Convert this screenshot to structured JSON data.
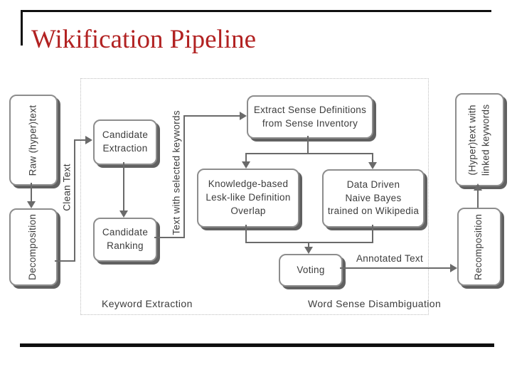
{
  "slide": {
    "title": "Wikification Pipeline",
    "title_color": "#b22222"
  },
  "diagram": {
    "regions": {
      "keyword_extraction": "Keyword Extraction",
      "word_sense_disambiguation": "Word Sense Disambiguation"
    },
    "nodes": {
      "raw_hypertext": {
        "lines": [
          "Raw (hyper)text"
        ]
      },
      "decomposition": {
        "lines": [
          "Decomposition"
        ]
      },
      "candidate_extraction": {
        "lines": [
          "Candidate",
          "Extraction"
        ]
      },
      "candidate_ranking": {
        "lines": [
          "Candidate",
          "Ranking"
        ]
      },
      "extract_sense_definitions": {
        "lines": [
          "Extract Sense Definitions",
          "from Sense Inventory"
        ]
      },
      "knowledge_based": {
        "lines": [
          "Knowledge-based",
          "Lesk-like Definition",
          "Overlap"
        ]
      },
      "data_driven": {
        "lines": [
          "Data Driven",
          "Naive Bayes",
          "trained on Wikipedia"
        ]
      },
      "voting": {
        "lines": [
          "Voting"
        ]
      },
      "recomposition": {
        "lines": [
          "Recomposition"
        ]
      },
      "hypertext_linked_keywords": {
        "lines": [
          "(Hyper)text with",
          "linked keywords"
        ]
      }
    },
    "edge_labels": {
      "clean_text": "Clean Text",
      "selected_keywords": "Text with selected keywords",
      "annotated_text": "Annotated Text"
    },
    "colors": {
      "node_border": "#8d8d8d",
      "node_shadow": "#616161",
      "connector": "#6a6a6a",
      "text": "#3c3c3c",
      "frame_dotted": "#bdbdbd",
      "rule_black": "#101010"
    }
  }
}
